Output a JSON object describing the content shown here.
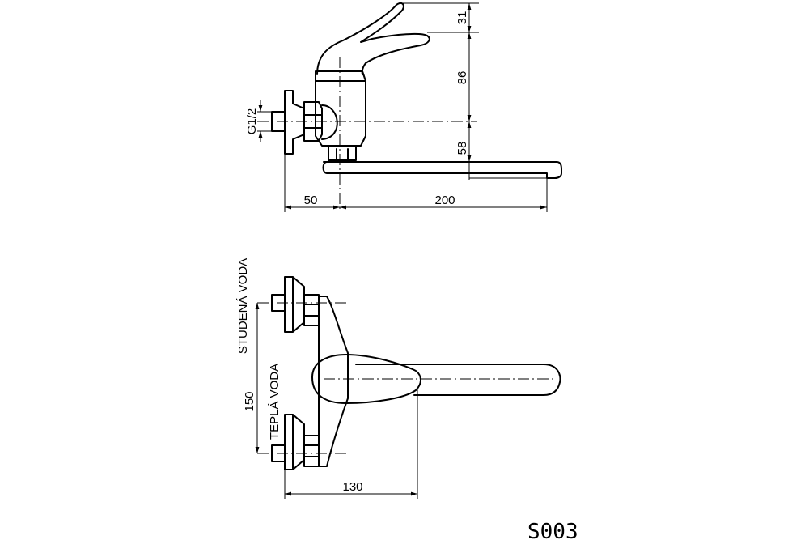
{
  "side_view": {
    "dimensions": {
      "d31": "31",
      "d86": "86",
      "d58": "58",
      "d50": "50",
      "d200": "200",
      "thread": "G1/2"
    }
  },
  "front_view": {
    "dimensions": {
      "d150": "150",
      "d130": "130"
    },
    "labels": {
      "cold": "STUDENÁ VODA",
      "hot": "TEPLÁ VODA"
    }
  },
  "drawing_code": "S003",
  "colors": {
    "line": "#000000",
    "background": "#ffffff"
  }
}
